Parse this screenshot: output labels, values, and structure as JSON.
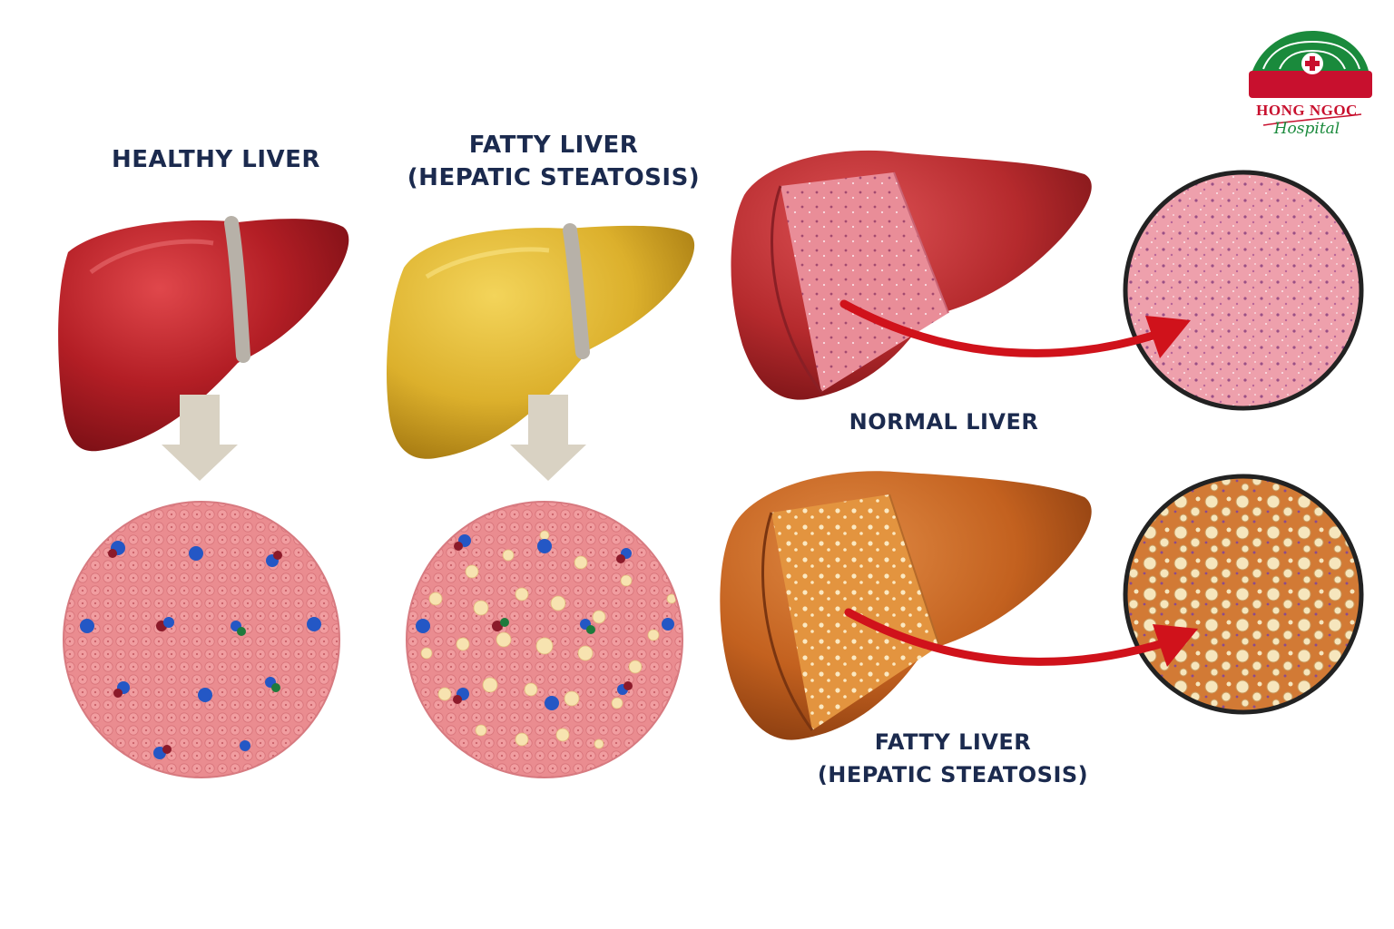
{
  "labels": {
    "healthy_liver": "HEALTHY LIVER",
    "fatty_liver_left_line1": "FATTY LIVER",
    "fatty_liver_left_line2": "(HEPATIC STEATOSIS)",
    "normal_liver": "NORMAL LIVER",
    "fatty_liver_right_line1": "FATTY LIVER",
    "fatty_liver_right_line2": "(HEPATIC STEATOSIS)"
  },
  "logo": {
    "name": "HONG NGOC",
    "subtitle": "Hospital"
  },
  "colors": {
    "label_text": "#1b2a4e",
    "healthy_liver": "#b31e25",
    "fatty_liver_yellow": "#dcb02c",
    "fatty_liver_orange": "#c3611f",
    "tissue_pink": "#e98a8e",
    "fat_droplet": "#f7e3b0",
    "arrow_red": "#d0121b",
    "arrow_beige": "#d9d2c3",
    "logo_red": "#c8102e",
    "logo_green": "#1a8a3c"
  },
  "icons": [
    "liver-icon",
    "downward-arrow-icon",
    "curved-arrow-icon",
    "hospital-cross-icon",
    "lotus-icon"
  ]
}
